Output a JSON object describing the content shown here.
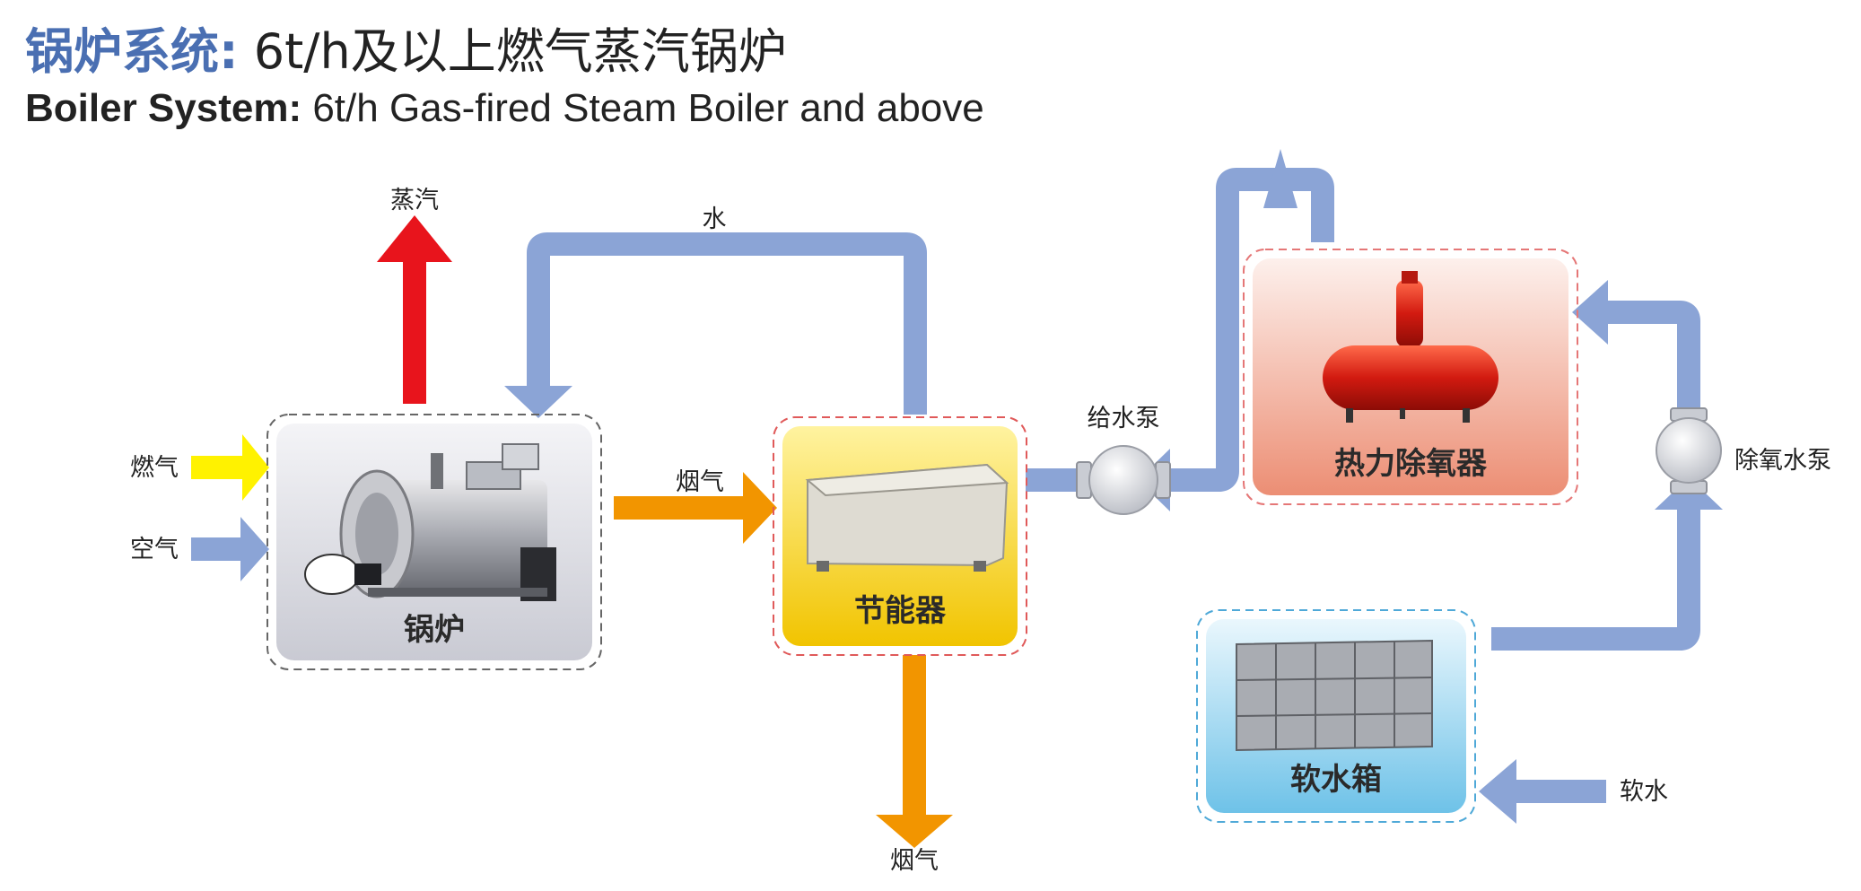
{
  "title": {
    "zh_prefix": "锅炉系统:",
    "zh_rest": " 6t/h及以上燃气蒸汽锅炉",
    "en_prefix": "Boiler System:",
    "en_rest": " 6t/h Gas-fired Steam Boiler and above"
  },
  "nodes": {
    "boiler": "锅炉",
    "economizer": "节能器",
    "deaerator": "热力除氧器",
    "soft_water_tank": "软水箱",
    "feed_pump": "给水泵",
    "deaerator_pump": "除氧水泵"
  },
  "flows": {
    "steam": "蒸汽",
    "water": "水",
    "gas_fuel": "燃气",
    "air": "空气",
    "flue_gas_in": "烟气",
    "flue_gas_out": "烟气",
    "soft_water": "软水"
  },
  "colors": {
    "water": "#8ba4d6",
    "steam": "#e8141c",
    "flue_gas": "#f29500",
    "fuel": "#fff200",
    "boiler_box": "#dcdde4",
    "economizer_box": "#f7d21c",
    "deaerator_box": "#f0a48c",
    "tank_box": "#8fd0ee"
  }
}
